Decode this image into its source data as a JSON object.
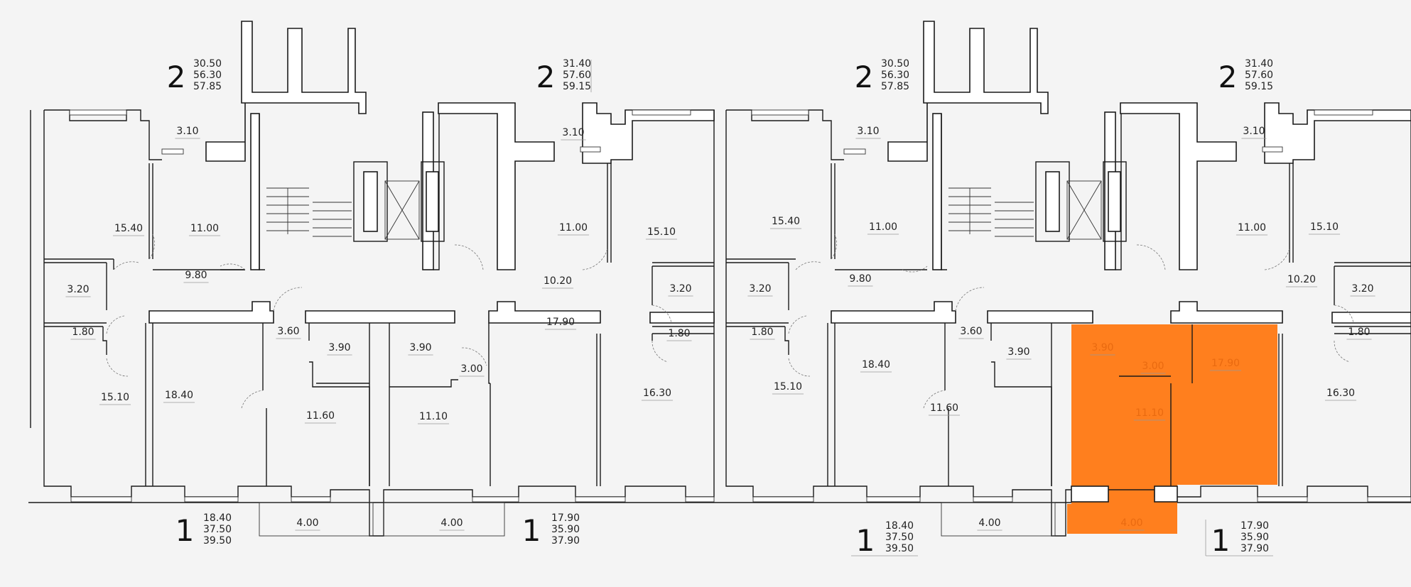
{
  "highlight_color": "#ff7f1e",
  "apartments_top": [
    {
      "rooms": "2",
      "values": [
        "30.50",
        "56.30",
        "57.85"
      ]
    },
    {
      "rooms": "2",
      "values": [
        "31.40",
        "57.60",
        "59.15"
      ]
    },
    {
      "rooms": "2",
      "values": [
        "30.50",
        "56.30",
        "57.85"
      ]
    },
    {
      "rooms": "2",
      "values": [
        "31.40",
        "57.60",
        "59.15"
      ]
    }
  ],
  "apartments_bottom": [
    {
      "rooms": "1",
      "values": [
        "18.40",
        "37.50",
        "39.50"
      ]
    },
    {
      "rooms": "1",
      "values": [
        "17.90",
        "35.90",
        "37.90"
      ]
    },
    {
      "rooms": "1",
      "values": [
        "18.40",
        "37.50",
        "39.50"
      ]
    },
    {
      "rooms": "1",
      "values": [
        "17.90",
        "35.90",
        "37.90"
      ]
    }
  ],
  "room_areas": [
    "3.10",
    "15.40",
    "11.00",
    "9.80",
    "3.20",
    "1.80",
    "15.10",
    "18.40",
    "3.60",
    "3.90",
    "11.60",
    "3.10",
    "11.00",
    "15.10",
    "10.20",
    "3.20",
    "1.80",
    "16.30",
    "17.90",
    "3.90",
    "3.00",
    "11.10",
    "3.10",
    "15.40",
    "11.00",
    "9.80",
    "3.20",
    "1.80",
    "15.10",
    "18.40",
    "3.60",
    "3.90",
    "11.60",
    "3.10",
    "11.00",
    "15.10",
    "10.20",
    "3.20",
    "1.80",
    "16.30",
    "17.90",
    "3.90",
    "3.00",
    "11.10",
    "4.00",
    "4.00",
    "4.00",
    "4.00"
  ]
}
